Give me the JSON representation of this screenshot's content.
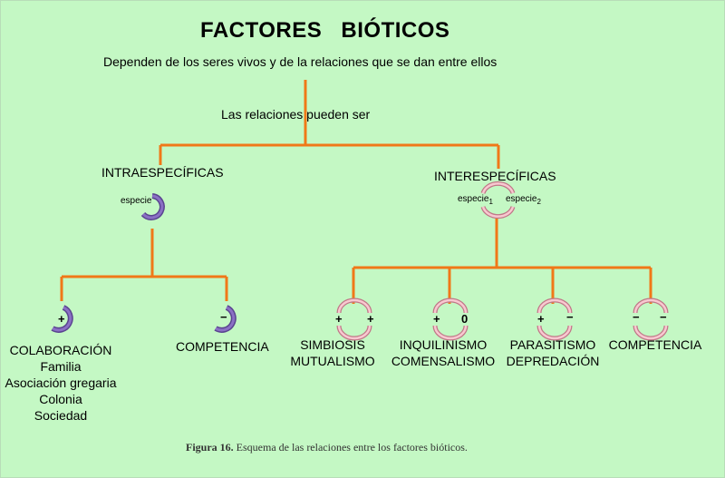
{
  "title": "FACTORES   BIÓTICOS",
  "subtitle": "Dependen de los seres vivos y de la relaciones que se dan entre ellos",
  "relations_label": "Las relaciones pueden ser",
  "intra": {
    "label": "INTRAESPECÍFICAS",
    "icon_label": "especie",
    "children": [
      {
        "sign": "+",
        "name": "COLABORACIÓN",
        "examples": [
          "Familia",
          "Asociación gregaria",
          "Colonia",
          "Sociedad"
        ]
      },
      {
        "sign": "−",
        "name": "COMPETENCIA",
        "examples": []
      }
    ]
  },
  "inter": {
    "label": "INTERESPECÍFICAS",
    "icon_label_1": "especie",
    "icon_sub_1": "1",
    "icon_label_2": "especie",
    "icon_sub_2": "2",
    "children": [
      {
        "sign_left": "+",
        "sign_right": "+",
        "line1": "SIMBIOSIS",
        "line2": "MUTUALISMO"
      },
      {
        "sign_left": "+",
        "sign_right": "0",
        "line1": "INQUILINISMO",
        "line2": "COMENSALISMO"
      },
      {
        "sign_left": "+",
        "sign_right": "−",
        "line1": "PARASITISMO",
        "line2": "DEPREDACIÓN"
      },
      {
        "sign_left": "−",
        "sign_right": "−",
        "line1": "COMPETENCIA",
        "line2": ""
      }
    ]
  },
  "caption": {
    "fig": "Figura 16.",
    "text": "Esquema de las relaciones entre los factores bióticos."
  },
  "colors": {
    "background": "#c4f8c4",
    "connector": "#f07818",
    "intra_arrow": "#7058a8",
    "inter_arrow": "#f0a8b8"
  }
}
